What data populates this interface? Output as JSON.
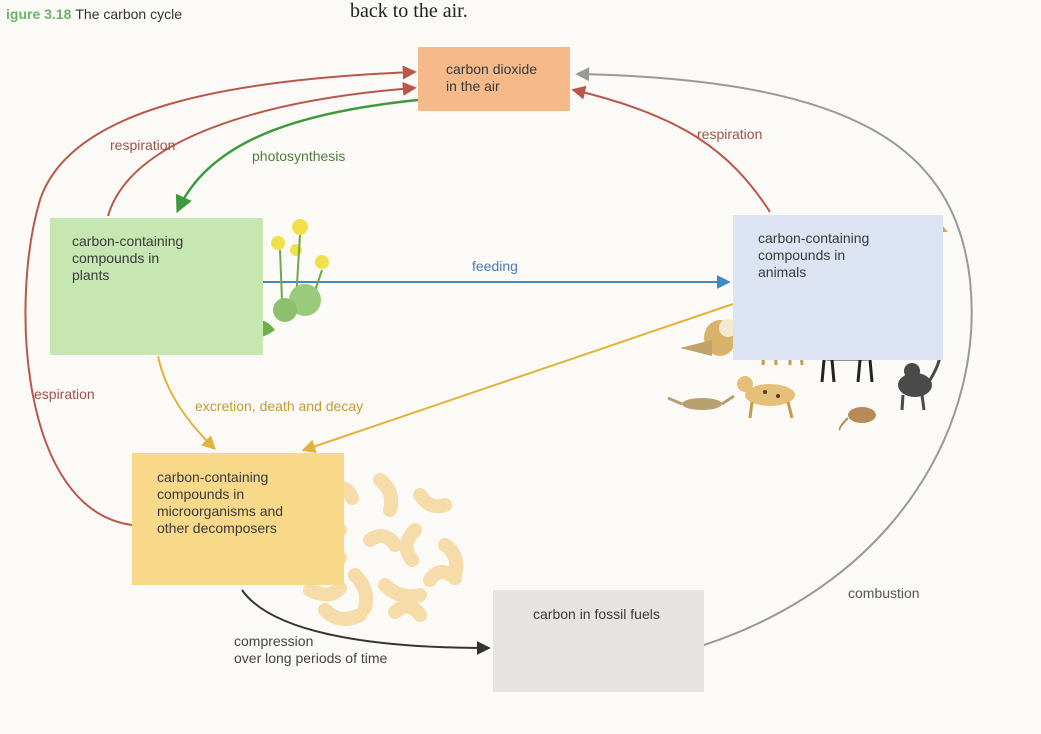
{
  "figure": {
    "number": "igure 3.18",
    "title": "The carbon cycle"
  },
  "top_caption": "back to the air.",
  "boxes": {
    "co2": [
      "carbon dioxide",
      "in the air"
    ],
    "plants": [
      "carbon-containing",
      "compounds in",
      "plants"
    ],
    "animals": [
      "carbon-containing",
      "compounds in",
      "animals"
    ],
    "micro": [
      "carbon-containing",
      "compounds in",
      "microorganisms and",
      "other decomposers"
    ],
    "fossil": "carbon in fossil fuels"
  },
  "labels": {
    "respiration_plants": "respiration",
    "photosynthesis": "photosynthesis",
    "respiration_animals": "respiration",
    "feeding": "feeding",
    "respiration_decomposers": "espiration",
    "excretion": "excretion, death and decay",
    "combustion": "combustion",
    "compression": [
      "compression",
      "over long periods of time"
    ]
  },
  "colors": {
    "respiration": "#b8574a",
    "photosynthesis": "#3e9a3e",
    "feeding": "#3d8ac4",
    "decay": "#e2b33a",
    "compression": "#333333",
    "combustion": "#999999"
  },
  "illustrations": [
    "plants-illustration",
    "animals-illustration",
    "microorganisms-illustration",
    "fossil-fuels-illustration"
  ]
}
